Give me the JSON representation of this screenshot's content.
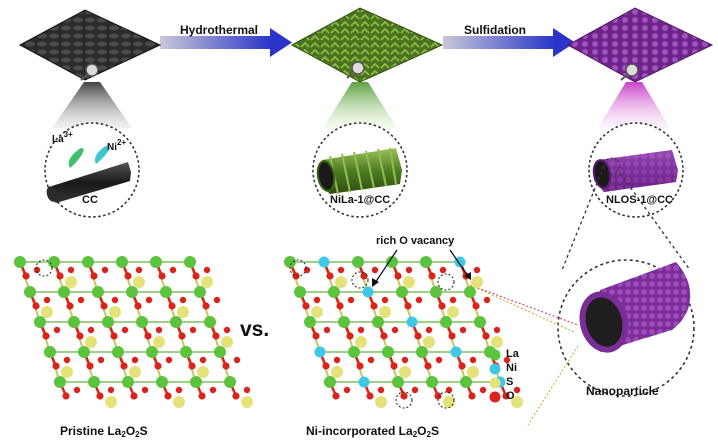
{
  "arrows": {
    "step1": "Hydrothermal",
    "step2": "Sulfidation"
  },
  "ions": {
    "la": {
      "base": "La",
      "charge": "3+"
    },
    "ni": {
      "base": "Ni",
      "charge": "2+"
    }
  },
  "samples": {
    "cc": "CC",
    "nila": "NiLa-1@CC",
    "nlos": "NLOS-1@CC"
  },
  "zoom_label": "Nanoparticle",
  "vs_label": "vs.",
  "vacancy_label": "rich O vacancy",
  "legend": [
    {
      "label": "La",
      "color": "#5cc43c"
    },
    {
      "label": "Ni",
      "color": "#3ec8e6"
    },
    {
      "label": "S",
      "color": "#e6e27a"
    },
    {
      "label": "O",
      "color": "#d8241c"
    }
  ],
  "captions": {
    "left": {
      "prefix": "Pristine La",
      "s1": "2",
      "mid": "O",
      "s2": "2",
      "end": "S"
    },
    "right": {
      "prefix": "Ni-incorporated La",
      "s1": "2",
      "mid": "O",
      "s2": "2",
      "end": "S"
    }
  },
  "colors": {
    "arrow": "#2a34c8",
    "cloth_black": "#2b2b2b",
    "cloth_green": "#5f8a2a",
    "cloth_purple": "#8b3aa6",
    "la": "#5cc43c",
    "ni": "#3ec8e6",
    "s": "#e6e27a",
    "o": "#d8241c"
  }
}
